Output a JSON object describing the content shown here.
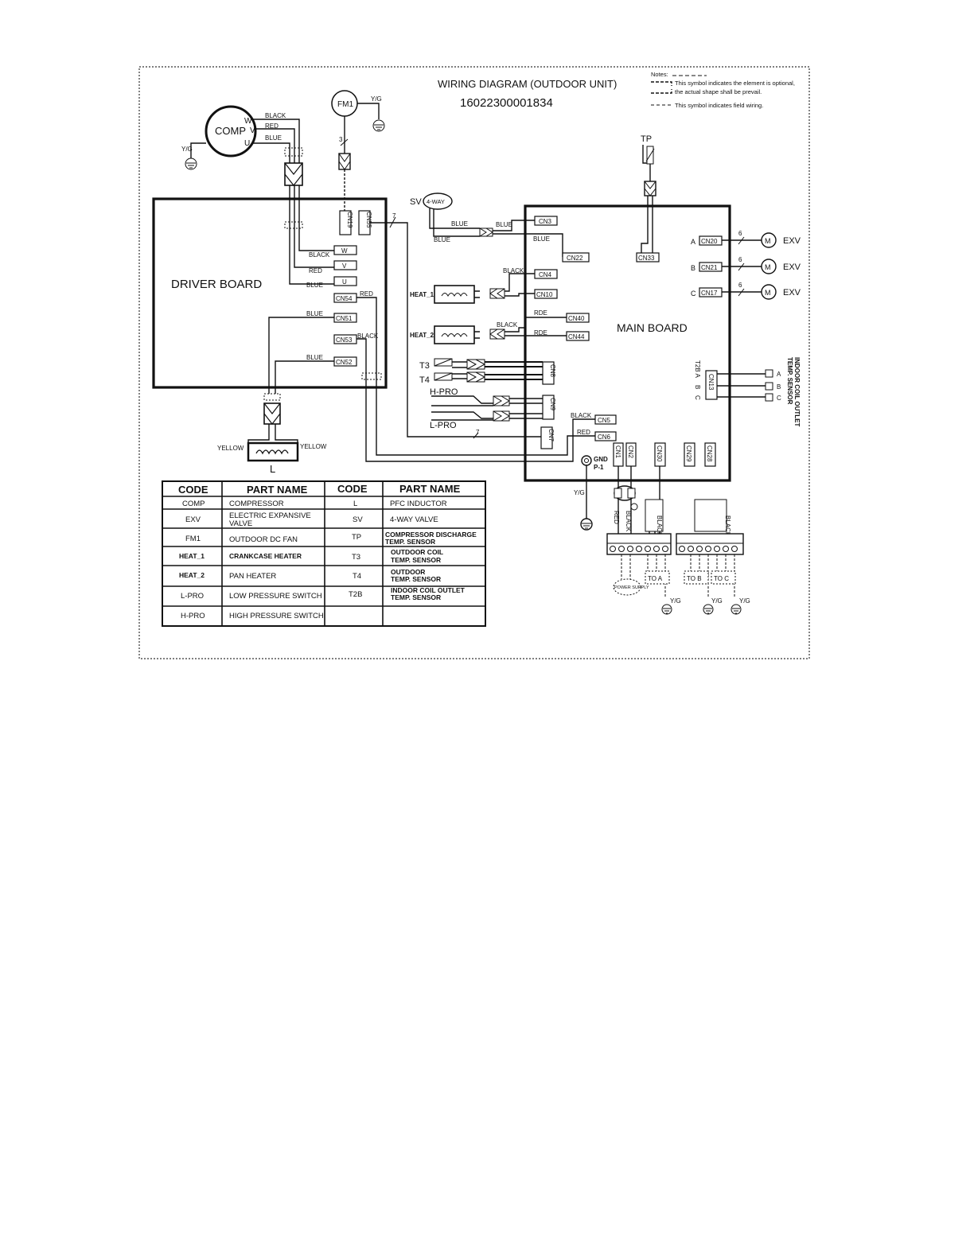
{
  "title": "WIRING DIAGRAM (OUTDOOR UNIT)",
  "part_number": "16022300001834",
  "notes": {
    "heading": "Notes:",
    "optional_line1": "This symbol indicates the element is optional,",
    "optional_line2": "the actual shape shall be prevail.",
    "field": "This symbol indicates field wiring."
  },
  "components": {
    "comp": "COMP",
    "comp_w": "W",
    "comp_v": "V",
    "comp_u": "U",
    "fm1": "FM1",
    "tp": "TP",
    "sv": "SV",
    "four_way": "4-WAY",
    "heat1": "HEAT_1",
    "heat2": "HEAT_2",
    "t3": "T3",
    "t4": "T4",
    "hpro": "H-PRO",
    "lpro": "L-PRO",
    "l": "L",
    "exv": "EXV",
    "motor": "M",
    "gnd": "GND",
    "p1": "P-1",
    "a": "A",
    "b": "B",
    "c": "C",
    "t2b_a": "T2B A",
    "indoor_sensor_line1": "INDOOR COIL OUTLET",
    "indoor_sensor_line2": "TEMP. SENSOR",
    "power_supply": "POWER SUPPLY",
    "to_a": "TO A",
    "to_b": "TO B",
    "to_c": "TO C",
    "yg": "Y/G",
    "n3": "3",
    "n7": "7",
    "n6": "6"
  },
  "boards": {
    "driver": "DRIVER BOARD",
    "main": "MAIN  BOARD"
  },
  "wire_colors": {
    "black": "BLACK",
    "red": "RED",
    "blue": "BLUE",
    "yellow": "YELLOW",
    "rde": "RDE"
  },
  "connectors": {
    "cn19": "CN19",
    "cn55": "CN55",
    "w": "W",
    "v": "V",
    "u": "U",
    "cn54": "CN54",
    "cn51": "CN51",
    "cn53": "CN53",
    "cn52": "CN52",
    "cn3": "CN3",
    "cn22": "CN22",
    "cn4": "CN4",
    "cn10": "CN10",
    "cn40": "CN40",
    "cn44": "CN44",
    "cn8": "CN8",
    "cn9": "CN9",
    "cn7": "CN7",
    "cn5": "CN5",
    "cn6": "CN6",
    "cn33": "CN33",
    "cn20": "CN20",
    "cn21": "CN21",
    "cn17": "CN17",
    "cn13": "CN13",
    "cn1": "CN1",
    "cn2": "CN2",
    "cn30": "CN30",
    "cn29": "CN29",
    "cn28": "CN28"
  },
  "legend": {
    "headers": [
      "CODE",
      "PART NAME",
      "CODE",
      "PART NAME"
    ],
    "rows": [
      [
        "COMP",
        "COMPRESSOR",
        "L",
        "PFC INDUCTOR"
      ],
      [
        "EXV",
        "ELECTRIC EXPANSIVE VALVE",
        "SV",
        "4-WAY VALVE"
      ],
      [
        "FM1",
        "OUTDOOR DC  FAN",
        "TP",
        "COMPRESSOR DISCHARGE TEMP. SENSOR"
      ],
      [
        "HEAT_1",
        "CRANKCASE HEATER",
        "T3",
        "OUTDOOR COIL TEMP. SENSOR"
      ],
      [
        "HEAT_2",
        "PAN HEATER",
        "T4",
        "OUTDOOR TEMP. SENSOR"
      ],
      [
        "L-PRO",
        "LOW PRESSURE SWITCH",
        "T2B",
        "INDOOR COIL OUTLET TEMP. SENSOR"
      ],
      [
        "H-PRO",
        "HIGH PRESSURE SWITCH",
        "",
        ""
      ]
    ]
  }
}
